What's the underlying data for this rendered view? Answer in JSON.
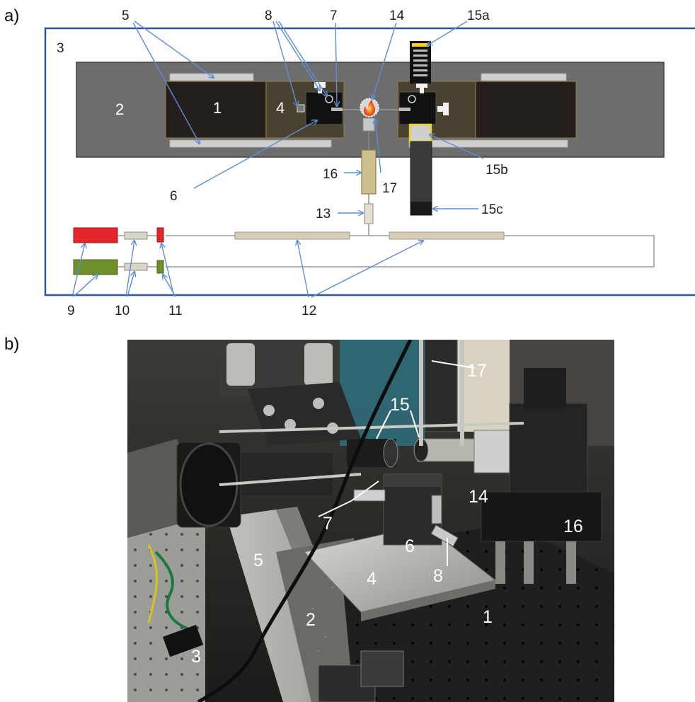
{
  "panel_a": {
    "label": "a)",
    "labels": {
      "l1": "1",
      "l2": "2",
      "l3": "3",
      "l4": "4",
      "l5": "5",
      "l6": "6",
      "l7": "7",
      "l8": "8",
      "l9": "9",
      "l10": "10",
      "l11": "11",
      "l12": "12",
      "l13": "13",
      "l14": "14",
      "l15a": "15a",
      "l15b": "15b",
      "l15c": "15c",
      "l16": "16",
      "l17": "17"
    }
  },
  "panel_b": {
    "label": "b)",
    "labels": {
      "l1": "1",
      "l2": "2",
      "l3": "3",
      "l4": "4",
      "l5": "5",
      "l6": "6",
      "l7": "7",
      "l8": "8",
      "l14": "14",
      "l15": "15",
      "l16": "16",
      "l17": "17"
    }
  },
  "colors": {
    "frame": "#2f5597",
    "base_plate": "#6d6d6d",
    "stage_dark": "#241f1c",
    "stage_mount": "#4a4231",
    "rail": "#c8c8c8",
    "tube": "#d7cfb3",
    "laser_red": "#e3262a",
    "laser_green": "#6f8f2c",
    "camera": "#3a3a3a",
    "highlight": "#f2d21b",
    "arrow": "#5b8ed6"
  }
}
